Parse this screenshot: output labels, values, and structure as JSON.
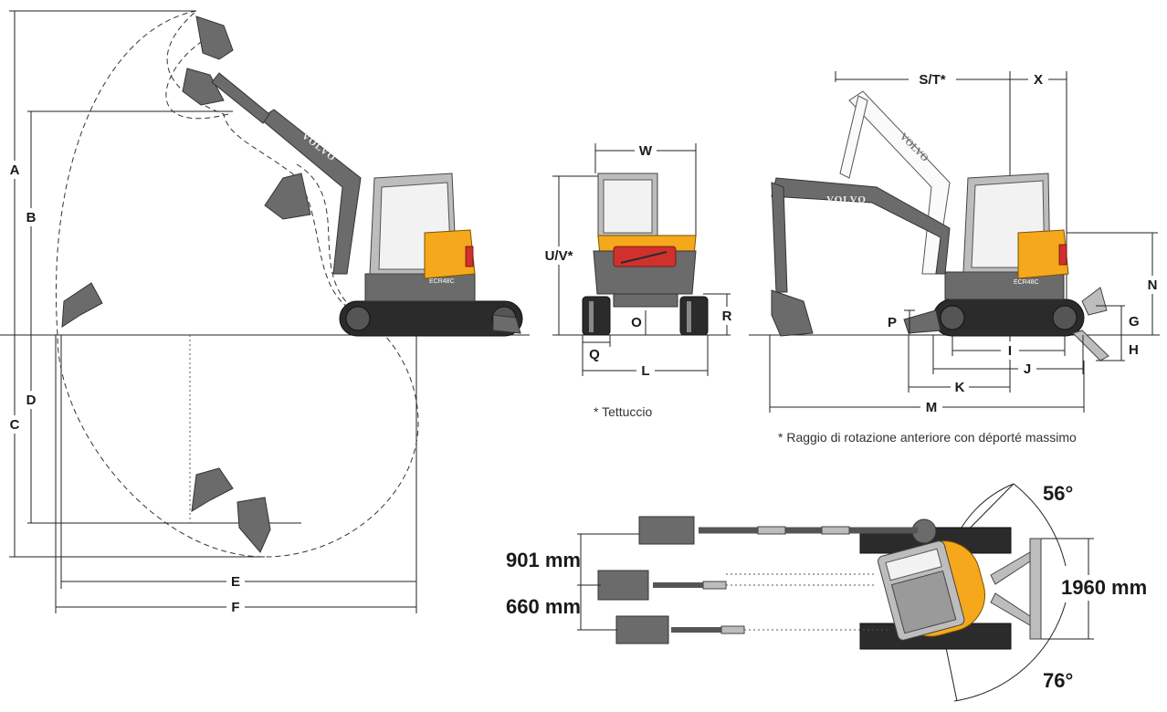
{
  "dimension_letters": {
    "A": "A",
    "B": "B",
    "C": "C",
    "D": "D",
    "E": "E",
    "F": "F",
    "W": "W",
    "UV": "U/V*",
    "R": "R",
    "O": "O",
    "Q": "Q",
    "L": "L",
    "ST": "S/T*",
    "X": "X",
    "N": "N",
    "P": "P",
    "G": "G",
    "H": "H",
    "I": "I",
    "J": "J",
    "K": "K",
    "M": "M"
  },
  "notes": {
    "rear_view": "* Tettuccio",
    "side_view": "* Raggio di rotazione anteriore con déporté massimo"
  },
  "top_view": {
    "offset_left": "901 mm",
    "offset_right": "660 mm",
    "track_width": "1960 mm",
    "angle_left": "56°",
    "angle_right": "76°"
  },
  "branding": {
    "brand": "VOLVO",
    "model": "ECR48C"
  },
  "colors": {
    "body": "#f5a81c",
    "frame": "#6b6b6b",
    "track": "#2b2b2b",
    "light": "#d0312d"
  }
}
